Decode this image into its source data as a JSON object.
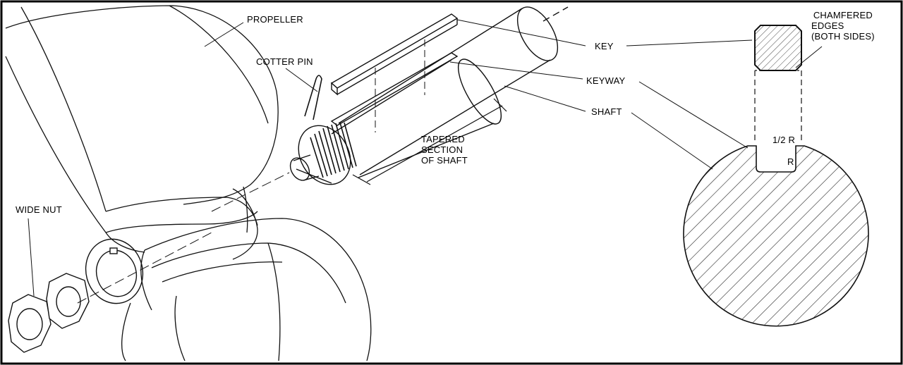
{
  "labels": {
    "propeller": "PROPELLER",
    "cotter_pin": "COTTER PIN",
    "key": "KEY",
    "keyway": "KEYWAY",
    "shaft": "SHAFT",
    "tapered_section": [
      "TAPERED",
      "SECTION",
      "OF SHAFT"
    ],
    "wide_nut": "WIDE NUT",
    "chamfered_edges": [
      "CHAMFERED",
      "EDGES",
      "(BOTH SIDES)"
    ],
    "half_r": "1/2 R",
    "r": "R"
  },
  "colors": {
    "line": "#111111",
    "background": "#ffffff"
  }
}
